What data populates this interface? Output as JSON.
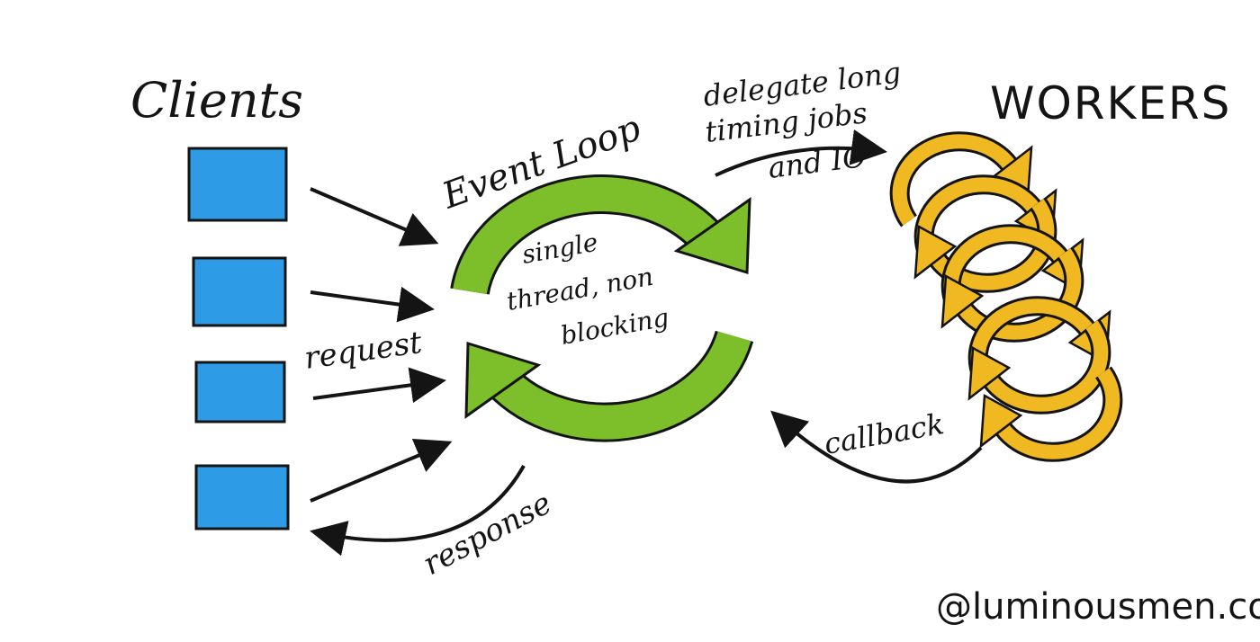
{
  "diagram": {
    "clients_title": "Clients",
    "workers_title": "WORKERS",
    "event_loop_title": "Event Loop",
    "event_loop_desc_line1": "single",
    "event_loop_desc_line2": "thread, non",
    "event_loop_desc_line3": "blocking",
    "request_label": "request",
    "response_label": "response",
    "delegate_line1": "delegate long",
    "delegate_line2": "timing jobs",
    "delegate_line3": "and IO",
    "callback_label": "callback",
    "attribution": "@luminousmen.com",
    "client_count": 4,
    "worker_count": 4
  },
  "colors": {
    "client_box": "#2e9be6",
    "event_loop": "#7cbf2a",
    "worker": "#f0b821",
    "ink": "#141414"
  }
}
